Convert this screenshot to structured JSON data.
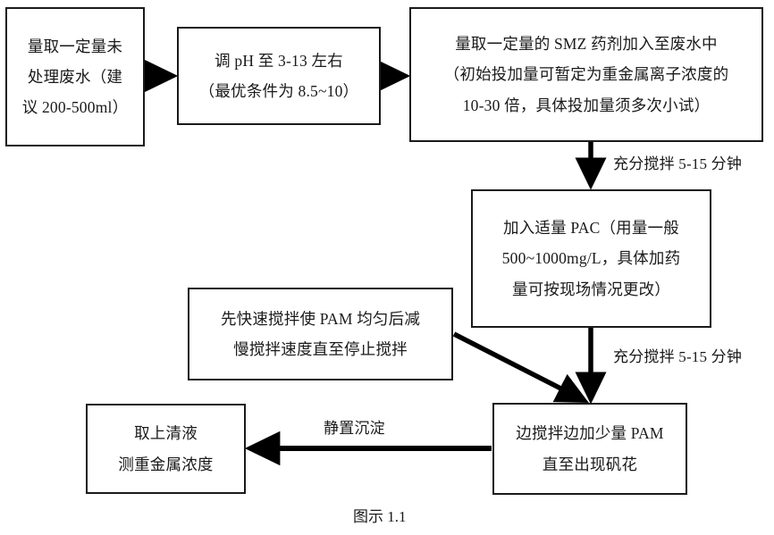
{
  "diagram": {
    "caption": "图示 1.1",
    "nodes": [
      {
        "id": "sample-wastewater",
        "lines": [
          "量取一定量未",
          "处理废水（建",
          "议 200-500ml）"
        ]
      },
      {
        "id": "adjust-ph",
        "lines": [
          "调 pH 至 3-13 左右",
          "（最优条件为 8.5~10）"
        ]
      },
      {
        "id": "add-smz",
        "lines": [
          "量取一定量的 SMZ 药剂加入至废水中",
          "（初始投加量可暂定为重金属离子浓度的",
          "10-30 倍，具体投加量须多次小试）"
        ]
      },
      {
        "id": "add-pac",
        "lines": [
          "加入适量 PAC（用量一般",
          "500~1000mg/L，具体加药",
          "量可按现场情况更改）"
        ]
      },
      {
        "id": "stir-note-pam",
        "lines": [
          "先快速搅拌使 PAM 均匀后减",
          "慢搅拌速度直至停止搅拌"
        ]
      },
      {
        "id": "add-pam",
        "lines": [
          "边搅拌边加少量 PAM",
          "直至出现矾花"
        ]
      },
      {
        "id": "measure-supernatant",
        "lines": [
          "取上清液",
          "测重金属浓度"
        ]
      }
    ],
    "edge_labels": [
      {
        "id": "stir-5-15-upper",
        "text": "充分搅拌 5-15 分钟"
      },
      {
        "id": "stir-5-15-lower",
        "text": "充分搅拌 5-15 分钟"
      },
      {
        "id": "settle",
        "text": "静置沉淀"
      }
    ]
  },
  "colors": {
    "stroke": "#1a1a1a",
    "background": "#ffffff",
    "text": "#1a1a1a"
  }
}
